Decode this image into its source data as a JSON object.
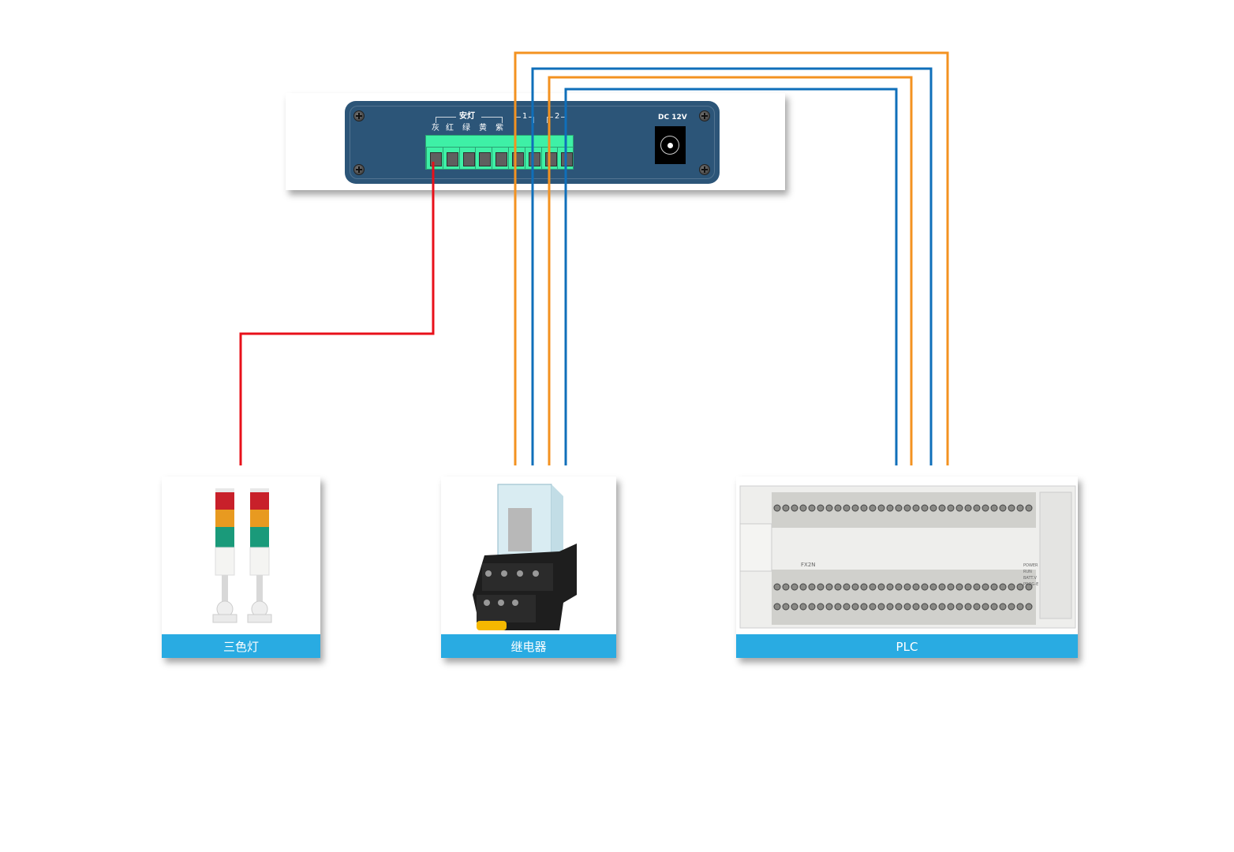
{
  "controller": {
    "andon_header": "安灯",
    "channel_labels": [
      "灰",
      "红",
      "绿",
      "黄",
      "紫"
    ],
    "relay_group_1": "1",
    "relay_group_2": "2",
    "power_label": "DC 12V",
    "terminal_count": 9
  },
  "devices": [
    {
      "name": "三色灯"
    },
    {
      "name": "继电器"
    },
    {
      "name": "PLC"
    }
  ],
  "plc_panel": {
    "brand": "FX2N",
    "indicators": [
      "POWER",
      "RUN",
      "BATT.V",
      "PROG-E"
    ]
  },
  "wire_colors": {
    "signal": "#e8101a",
    "orange": "#f39220",
    "blue": "#0f6fba"
  },
  "colors": {
    "panel": "#2c5578",
    "connector": "#3ef0a6",
    "caption_bar": "#29abe2"
  }
}
